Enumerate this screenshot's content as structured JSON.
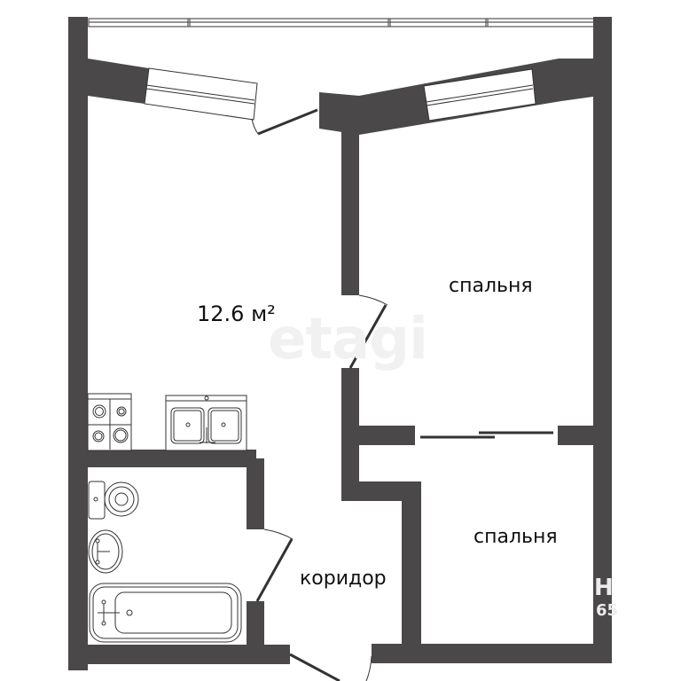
{
  "plan": {
    "rooms": [
      {
        "id": "kitchen-living",
        "label": "12.6 м²"
      },
      {
        "id": "bedroom-1",
        "label": "спальня"
      },
      {
        "id": "bedroom-2",
        "label": "спальня"
      },
      {
        "id": "corridor",
        "label": "коридор"
      }
    ],
    "watermark": "etagi",
    "watermark_fragment": "Н",
    "watermark_digits": "65",
    "colors": {
      "wall": "#4a4848",
      "line": "#333333",
      "background": "#ffffff"
    }
  }
}
